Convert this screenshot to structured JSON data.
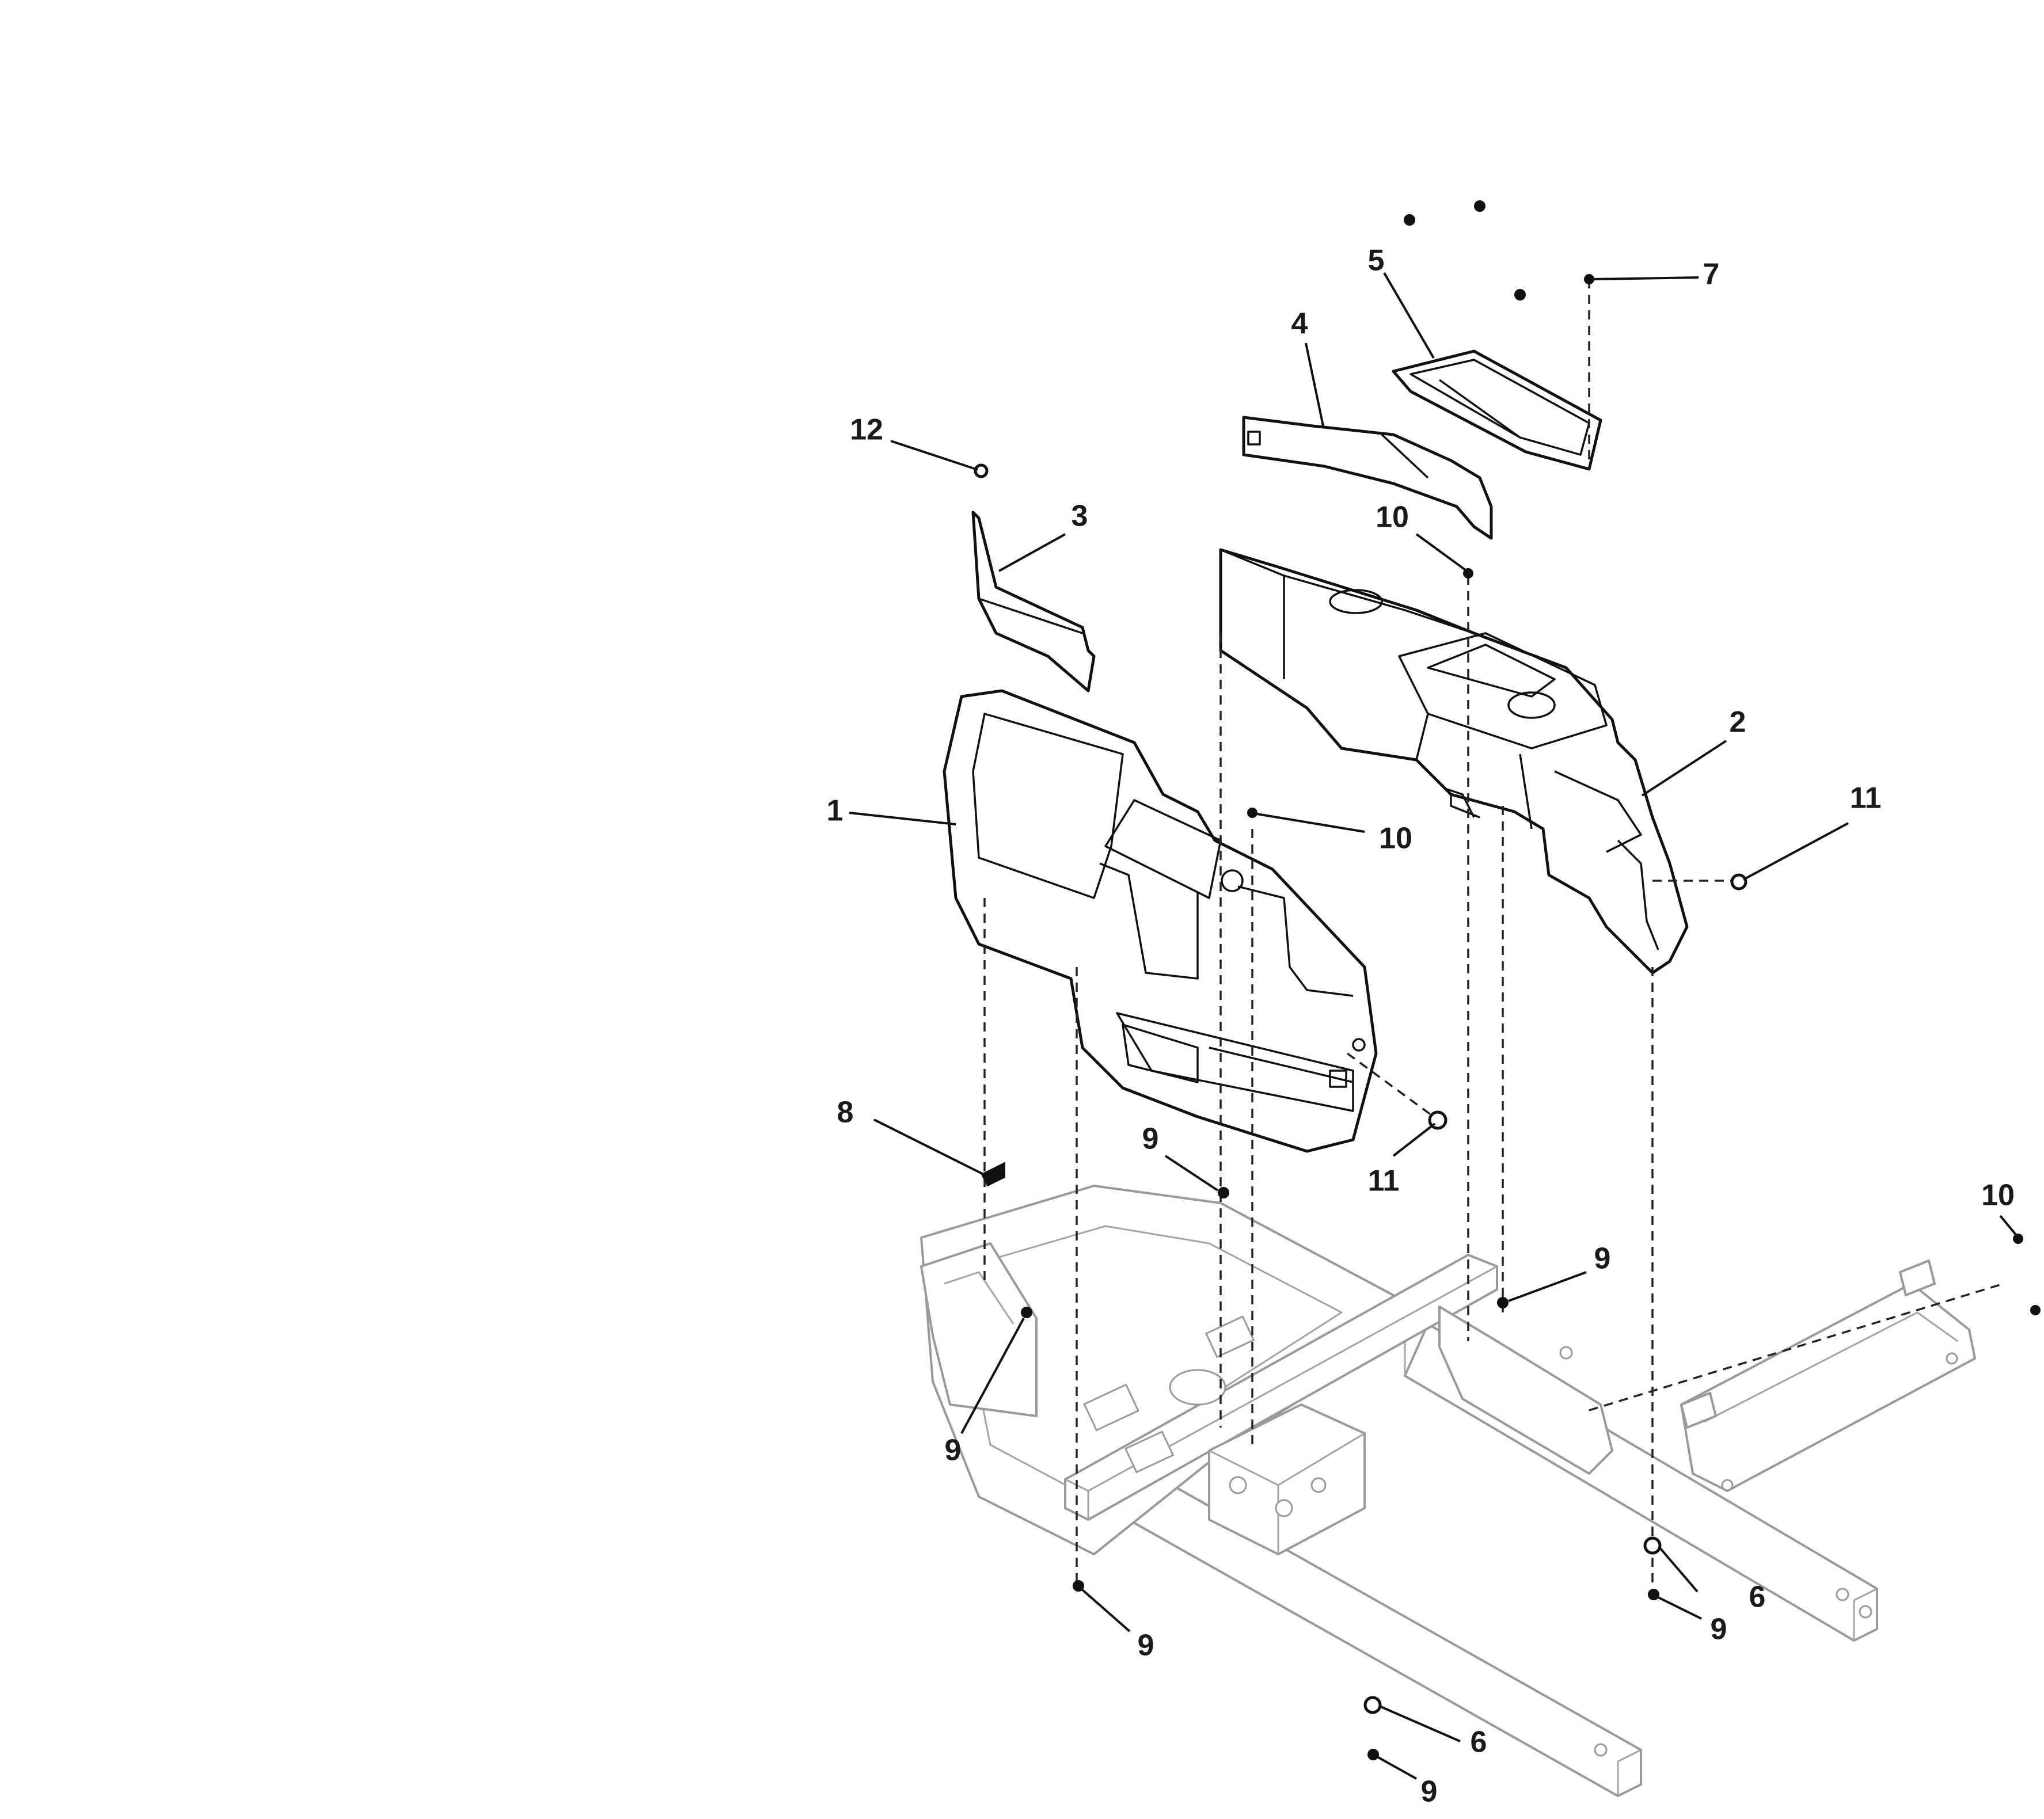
{
  "diagram": {
    "callouts": [
      {
        "id": "c1",
        "label": "1"
      },
      {
        "id": "c2",
        "label": "2"
      },
      {
        "id": "c3",
        "label": "3"
      },
      {
        "id": "c4",
        "label": "4"
      },
      {
        "id": "c5",
        "label": "5"
      },
      {
        "id": "c6a",
        "label": "6"
      },
      {
        "id": "c6b",
        "label": "6"
      },
      {
        "id": "c7",
        "label": "7"
      },
      {
        "id": "c8",
        "label": "8"
      },
      {
        "id": "c9a",
        "label": "9"
      },
      {
        "id": "c9b",
        "label": "9"
      },
      {
        "id": "c9c",
        "label": "9"
      },
      {
        "id": "c9d",
        "label": "9"
      },
      {
        "id": "c9e",
        "label": "9"
      },
      {
        "id": "c9f",
        "label": "9"
      },
      {
        "id": "c10a",
        "label": "10"
      },
      {
        "id": "c10b",
        "label": "10"
      },
      {
        "id": "c10c",
        "label": "10"
      },
      {
        "id": "c11a",
        "label": "11"
      },
      {
        "id": "c11b",
        "label": "11"
      },
      {
        "id": "c12",
        "label": "12"
      }
    ]
  }
}
